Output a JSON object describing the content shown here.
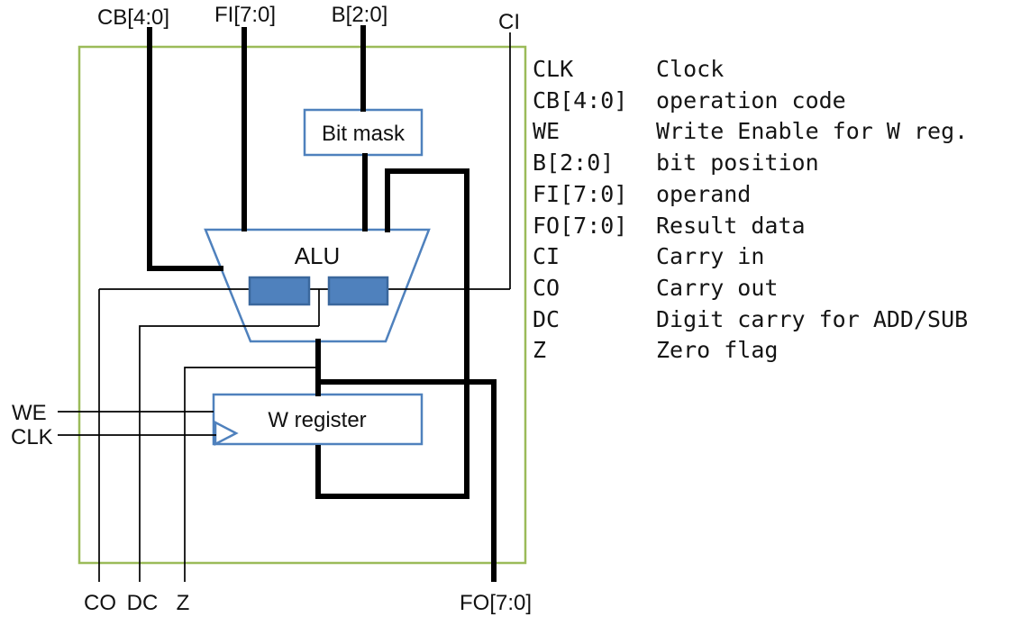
{
  "diagram": {
    "labels": {
      "cb": "CB[4:0]",
      "fi": "FI[7:0]",
      "b": "B[2:0]",
      "ci": "CI",
      "we": "WE",
      "clk": "CLK",
      "co": "CO",
      "dc": "DC",
      "z": "Z",
      "fo": "FO[7:0]"
    },
    "blocks": {
      "bit_mask": "Bit mask",
      "alu": "ALU",
      "w_register": "W register"
    },
    "colors": {
      "boundary_green": "#9BBB59",
      "block_outline_blue": "#4F81BD",
      "operand_fill_blue": "#4F81BD",
      "operand_border_blue": "#3A679C",
      "block_fill_white": "#FFFFFF",
      "wire_black": "#000000"
    }
  },
  "legend": {
    "entries": [
      {
        "signal": "CLK",
        "description": "Clock"
      },
      {
        "signal": "CB[4:0]",
        "description": "operation code"
      },
      {
        "signal": "WE",
        "description": "Write Enable for W reg."
      },
      {
        "signal": "B[2:0]",
        "description": "bit position"
      },
      {
        "signal": "FI[7:0]",
        "description": "operand"
      },
      {
        "signal": "FO[7:0]",
        "description": "Result data"
      },
      {
        "signal": "CI",
        "description": "Carry in"
      },
      {
        "signal": "CO",
        "description": "Carry out"
      },
      {
        "signal": "DC",
        "description": "Digit carry for ADD/SUB"
      },
      {
        "signal": "Z",
        "description": "Zero flag"
      }
    ]
  }
}
